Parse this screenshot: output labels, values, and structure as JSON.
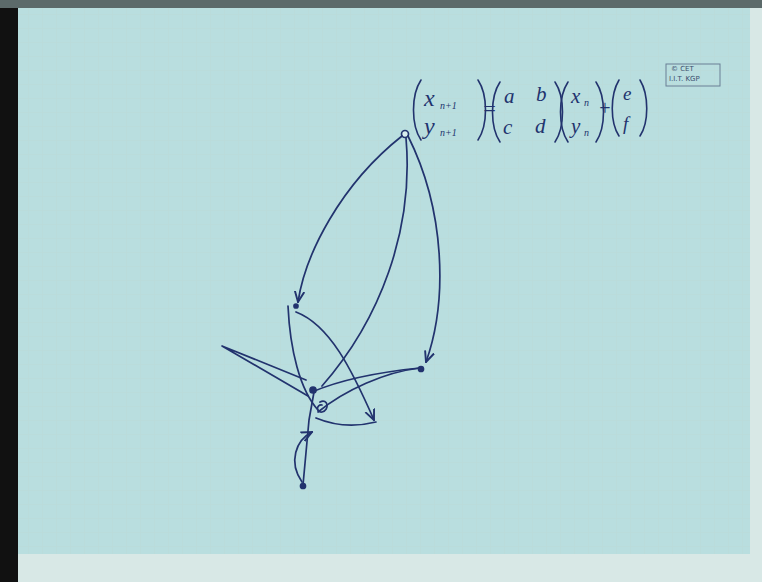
{
  "diagram": {
    "labels": [
      "© CET",
      "I.I.T. KGP",
      "x",
      "n+1",
      "y",
      "n+1",
      "=",
      "a",
      "b",
      "c",
      "d",
      "x",
      "n",
      "y",
      "n",
      "+",
      "e",
      "f"
    ]
  }
}
